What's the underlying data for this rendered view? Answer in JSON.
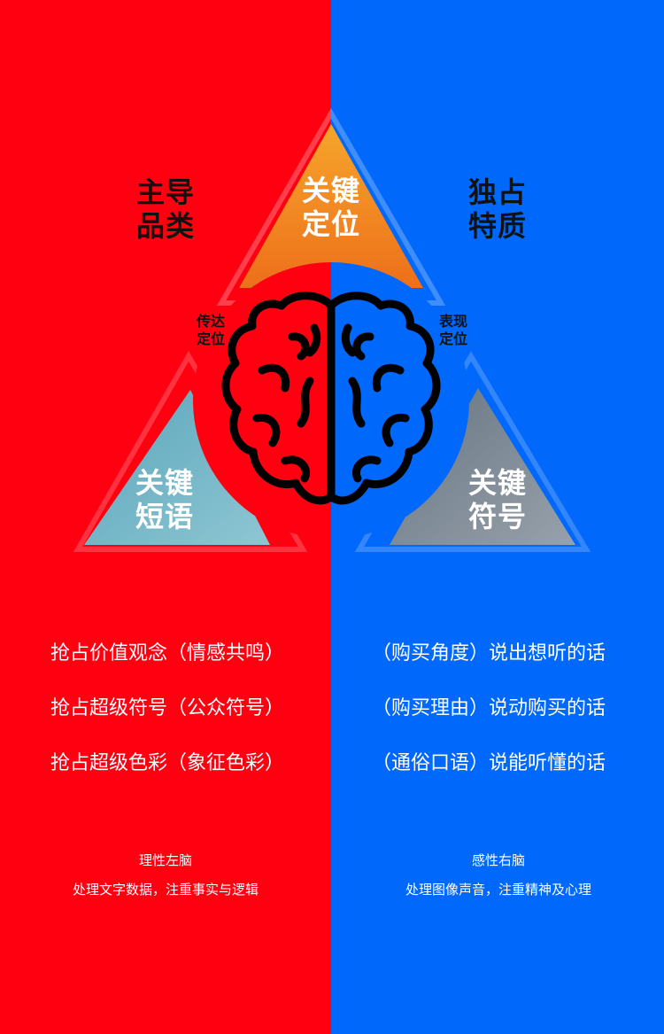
{
  "colors": {
    "left_bg": "#ff0010",
    "right_bg": "#0068fa",
    "tri_top": "#f49c2c",
    "tri_left": "#6fb0c4",
    "tri_right": "#7e8996"
  },
  "triangles": {
    "top": {
      "line1": "关键",
      "line2": "定位"
    },
    "left": {
      "line1": "关键",
      "line2": "短语"
    },
    "right": {
      "line1": "关键",
      "line2": "符号"
    }
  },
  "corners": {
    "left": {
      "line1": "主导",
      "line2": "品类"
    },
    "right": {
      "line1": "独占",
      "line2": "特质"
    }
  },
  "small_labels": {
    "left": {
      "line1": "传达",
      "line2": "定位"
    },
    "right": {
      "line1": "表现",
      "line2": "定位"
    }
  },
  "left_list": [
    "抢占价值观念（情感共鸣）",
    "抢占超级符号（公众符号）",
    "抢占超级色彩（象征色彩）"
  ],
  "right_list": [
    "（购买角度）说出想听的话",
    "（购买理由）说动购买的话",
    "（通俗口语）说能听懂的话"
  ],
  "left_note": {
    "title": "理性左脑",
    "desc": "处理文字数据，注重事实与逻辑"
  },
  "right_note": {
    "title": "感性右脑",
    "desc": "处理图像声音，注重精神及心理"
  }
}
